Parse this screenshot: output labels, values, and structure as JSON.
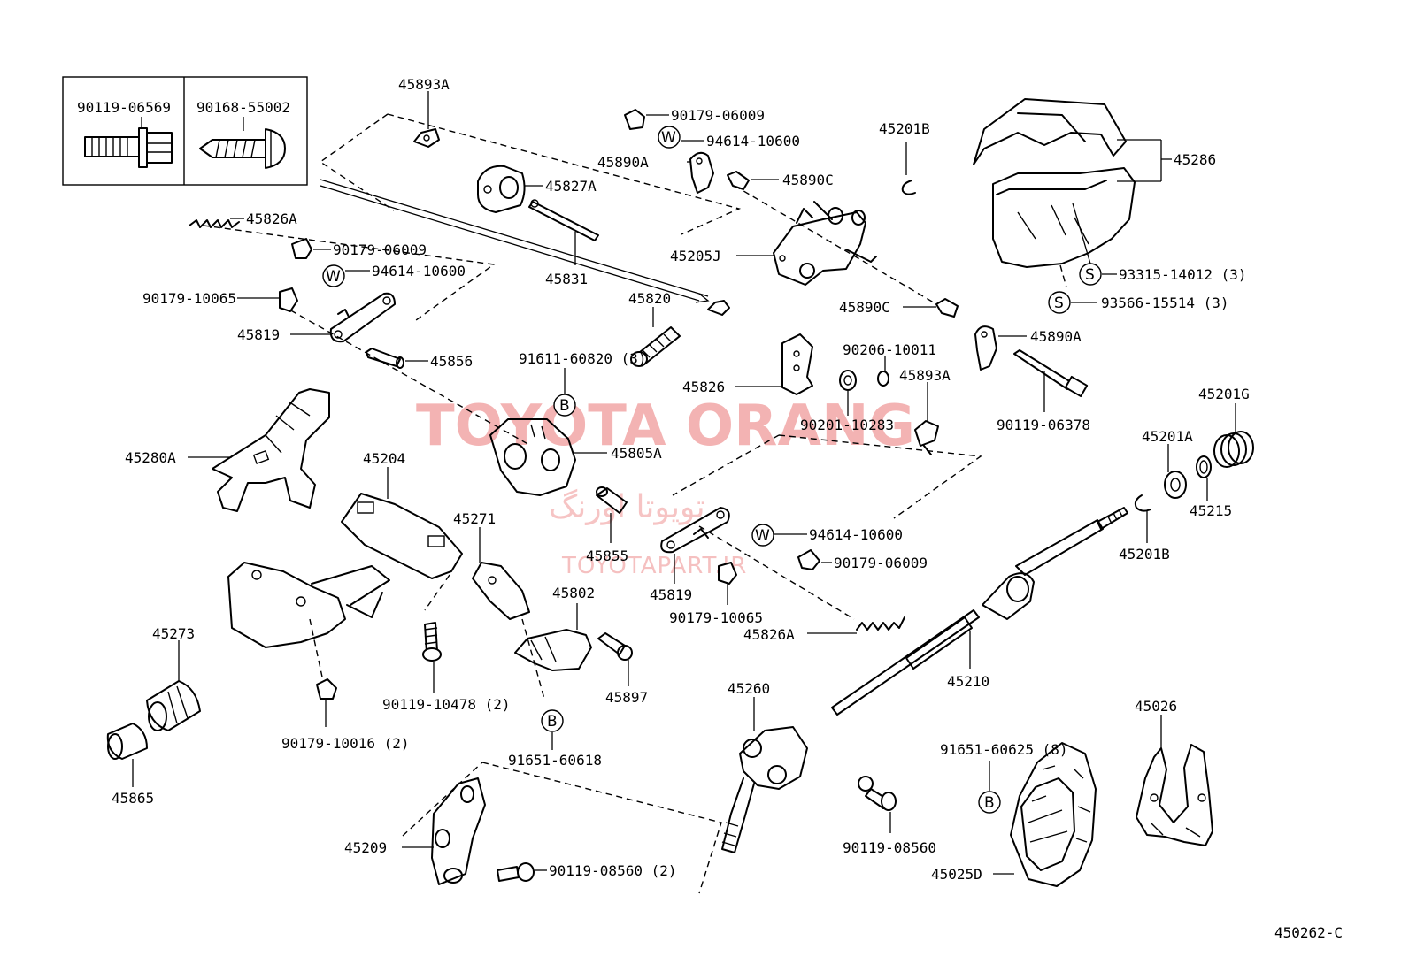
{
  "diagram_code": "450262-C",
  "watermark": {
    "main": "TOYOTA ORANG",
    "farsi": "تویوتا اورنگ",
    "url": "TOYOTAPART.IR"
  },
  "legend": {
    "left": "90119-06569",
    "right": "90168-55002"
  },
  "symbols": {
    "w": "W",
    "s": "S",
    "b": "B"
  },
  "labels": {
    "p45893A_top": "45893A",
    "p45827A": "45827A",
    "p45826A_top": "45826A",
    "p90179_06009_a": "90179-06009",
    "p94614_10600_a": "94614-10600",
    "p90179_10065_a": "90179-10065",
    "p45819_a": "45819",
    "p45856": "45856",
    "p45831": "45831",
    "p90179_06009_b": "90179-06009",
    "p94614_10600_b": "94614-10600",
    "p45890A_top": "45890A",
    "p45890C_top": "45890C",
    "p45205J": "45205J",
    "p45820": "45820",
    "p91611_60820": "91611-60820 (3)",
    "p45201B_top": "45201B",
    "p45286": "45286",
    "p93315_14012": "93315-14012 (3)",
    "p93566_15514": "93566-15514 (3)",
    "p45890C_mid": "45890C",
    "p45890A_mid": "45890A",
    "p90206_10011": "90206-10011",
    "p45826": "45826",
    "p45893A_mid": "45893A",
    "p90201_10283": "90201-10283",
    "p90119_06378": "90119-06378",
    "p45201G": "45201G",
    "p45201A": "45201A",
    "p45215": "45215",
    "p45201B_mid": "45201B",
    "p45280A": "45280A",
    "p45204": "45204",
    "p45805A": "45805A",
    "p45271": "45271",
    "p45855": "45855",
    "p94614_10600_c": "94614-10600",
    "p90179_06009_c": "90179-06009",
    "p45819_b": "45819",
    "p90179_10065_b": "90179-10065",
    "p45802": "45802",
    "p45826A_bot": "45826A",
    "p45273": "45273",
    "p90119_10478": "90119-10478 (2)",
    "p45897": "45897",
    "p45210": "45210",
    "p90179_10016": "90179-10016 (2)",
    "p91651_60618": "91651-60618",
    "p45260": "45260",
    "p45026": "45026",
    "p45865": "45865",
    "p91651_60625": "91651-60625 (8)",
    "p45209": "45209",
    "p90119_08560_a": "90119-08560",
    "p90119_08560_b": "90119-08560 (2)",
    "p45025D": "45025D"
  }
}
